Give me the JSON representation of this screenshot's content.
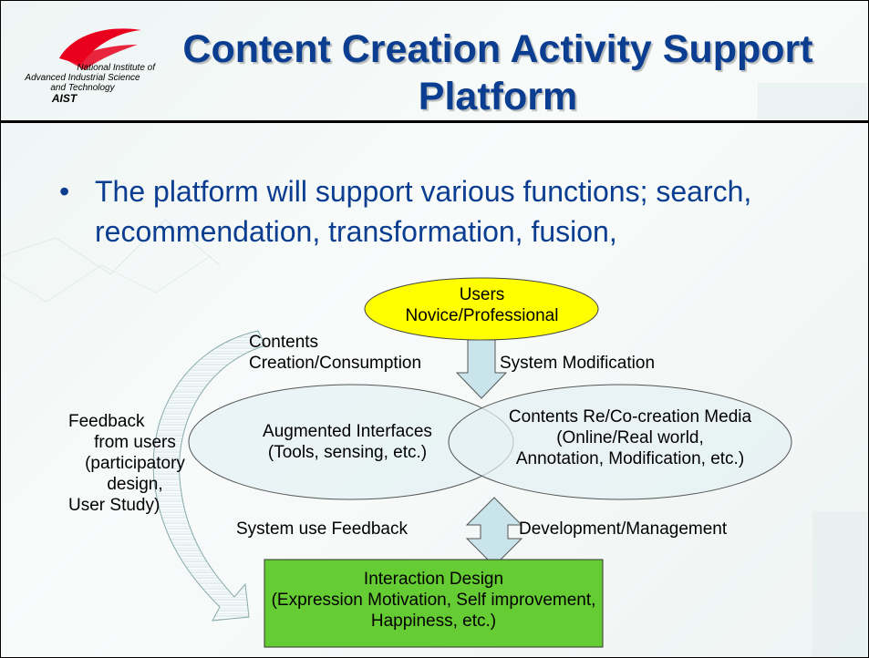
{
  "header": {
    "logo": {
      "line1": "National Institute of",
      "line2": "Advanced Industrial Science",
      "line3": "and Technology",
      "line4": "AIST"
    },
    "title_line1": "Content Creation Activity Support",
    "title_line2": "Platform"
  },
  "bullet": {
    "text": "The platform will support various functions; search, recommendation, transformation, fusion,"
  },
  "diagram": {
    "users": {
      "line1": "Users",
      "line2": "Novice/Professional"
    },
    "contents_flow": {
      "line1": "Contents",
      "line2": "Creation/Consumption"
    },
    "system_modification": "System Modification",
    "feedback_users": {
      "line1": "Feedback",
      "line2": "from users",
      "line3": "(participatory",
      "line4": "design,",
      "line5": "User Study)"
    },
    "augmented": {
      "line1": "Augmented Interfaces",
      "line2": "(Tools, sensing, etc.)"
    },
    "media": {
      "line1": "Contents Re/Co-creation Media",
      "line2": "(Online/Real world,",
      "line3": "Annotation, Modification, etc.)"
    },
    "system_use_feedback": "System use Feedback",
    "development": "Development/Management",
    "interaction": {
      "line1": "Interaction Design",
      "line2": "(Expression Motivation, Self improvement,",
      "line3": "Happiness, etc.)"
    },
    "colors": {
      "users_fill": "#ffff00",
      "interaction_fill": "#66cc33",
      "arrow_fill": "#c9e4ea",
      "title_color": "#0b3d91",
      "logo_red": "#e8001c"
    }
  }
}
